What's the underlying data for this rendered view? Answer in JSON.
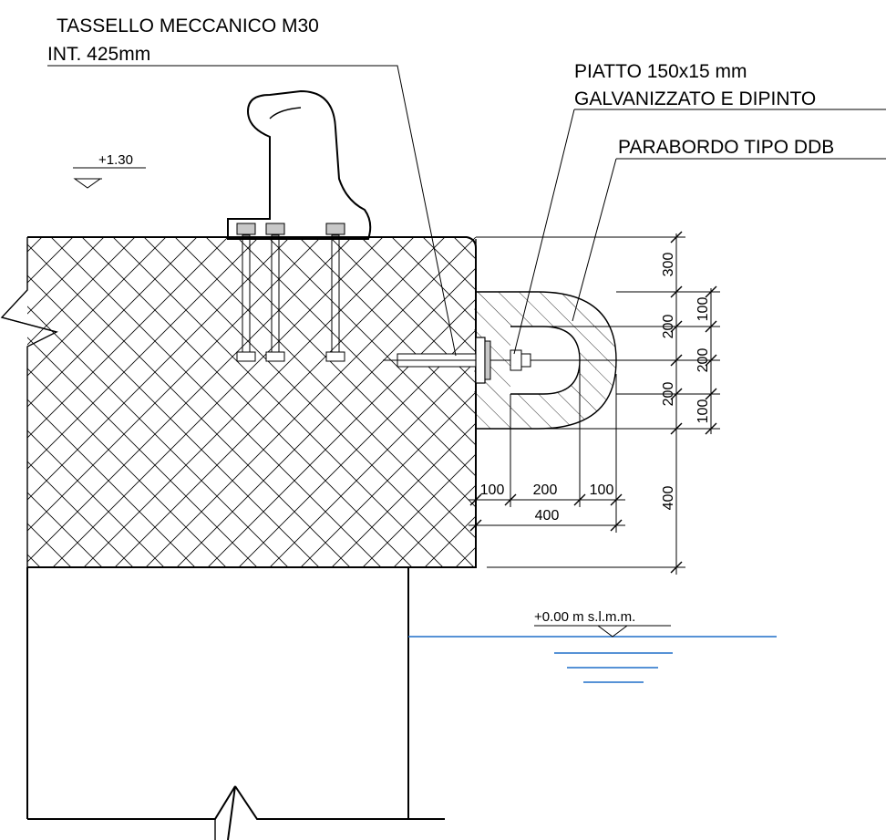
{
  "labels": {
    "anchor_line1": "TASSELLO MECCANICO M30",
    "anchor_line2": "INT. 425mm",
    "plate_line1": "PIATTO 150x15 mm",
    "plate_line2": "GALVANIZZATO E DIPINTO",
    "fender": "PARABORDO TIPO DDB"
  },
  "levels": {
    "top": "+1.30",
    "water": "+0.00 m s.l.m.m."
  },
  "dimensions": {
    "v_300": "300",
    "v_200_upper": "200",
    "v_200_lower": "200",
    "v_400": "400",
    "v_100_top": "100",
    "v_200_right": "200",
    "v_100_bottom": "100",
    "h_100_left": "100",
    "h_200": "200",
    "h_100_right": "100",
    "h_400": "400"
  },
  "colors": {
    "water": "#1f6fc9",
    "line": "#000000",
    "bolt_highlight": "#c8c8c8"
  }
}
